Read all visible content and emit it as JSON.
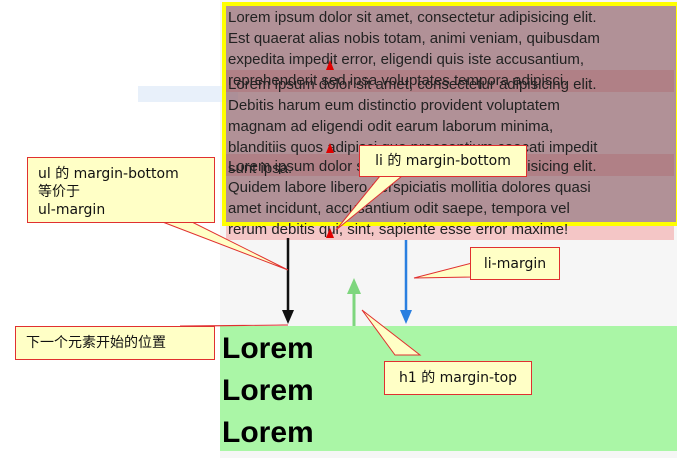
{
  "paragraphs": [
    {
      "line1": "Lorem ipsum dolor sit amet, consectetur adipisicing elit.",
      "line2": "Est quaerat alias nobis totam, animi veniam, quibusdam",
      "line3": "expedita impedit error, eligendi quis iste accusantium,",
      "line4": "reprehenderit sed ipsa voluptates tempora adipisci."
    },
    {
      "line1": "Lorem ipsum dolor sit amet, consectetur adipisicing elit.",
      "line2": "Debitis harum eum distinctio provident voluptatem",
      "line3": "magnam ad eligendi odit earum laborum minima,",
      "line4": "blanditiis quos adipisci quo praesentium caecati impedit",
      "line5": "sunt ipsa."
    },
    {
      "line1": "Lorem ipsum dolor sit amet, consectetur adipisicing elit.",
      "line2": "Quidem labore libero perspiciatis mollitia dolores quasi",
      "line3": "amet incidunt, accusantium odit saepe, tempora vel",
      "line4": "rerum debitis qui, sint, sapiente esse error maxime!"
    }
  ],
  "headings": [
    "Lorem",
    "Lorem",
    "Lorem"
  ],
  "callouts": {
    "ul_margin": {
      "line1": "ul 的 margin-bottom",
      "line2": "等价于",
      "line3": "ul-margin"
    },
    "li_margin_bottom": "li 的 margin-bottom",
    "li_margin": "li-margin",
    "next_element": "下一个元素开始的位置",
    "h1_margin_top": "h1 的 margin-top"
  },
  "colors": {
    "box_border": "#ffff00",
    "callout_bg": "#ffffc6",
    "callout_border": "#e03030",
    "h1_bg": "#aaf6a6",
    "arrow_black": "#111111",
    "arrow_blue": "#2a7fe0",
    "arrow_green": "#7ed67e",
    "marker_red": "#e00000"
  }
}
